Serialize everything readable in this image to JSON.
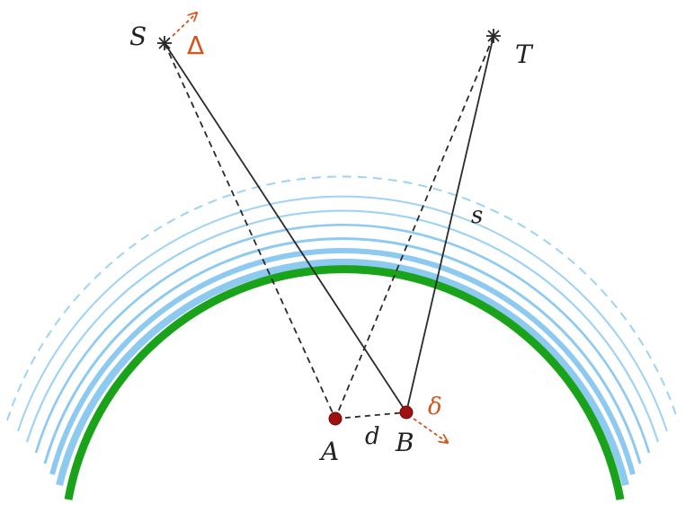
{
  "labels": {
    "S": "S",
    "T": "T",
    "Delta": "Δ",
    "s": "s",
    "A": "A",
    "B": "B",
    "d": "d",
    "delta": "δ"
  },
  "colors": {
    "ground": "#1aa31a",
    "layer": "#8ecaf0",
    "layer_thin": "#9fd3f5",
    "ray": "#2a2a2a",
    "point": "#a01010",
    "perturbation": "#d4551e",
    "text": "#222222"
  }
}
